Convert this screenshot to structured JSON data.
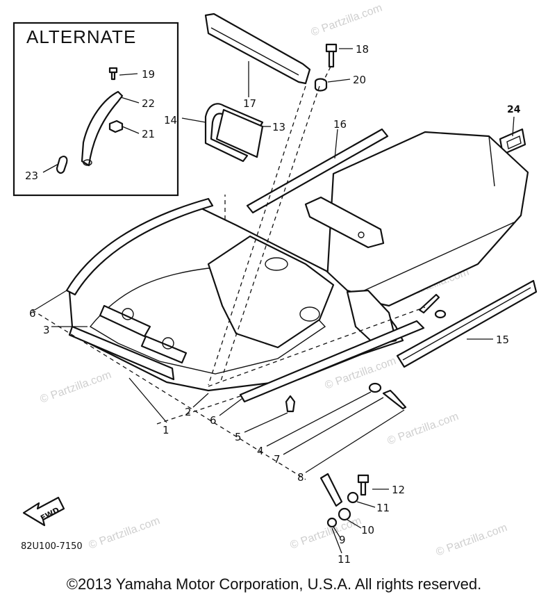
{
  "alternate_box": {
    "title": "ALTERNATE",
    "callouts": [
      "19",
      "22",
      "21",
      "23"
    ]
  },
  "callouts": {
    "c1": "1",
    "c2": "2",
    "c3": "3",
    "c4": "4",
    "c5": "5",
    "c6a": "6",
    "c6b": "6",
    "c7": "7",
    "c8": "8",
    "c9": "9",
    "c10": "10",
    "c11a": "11",
    "c11b": "11",
    "c12": "12",
    "c13": "13",
    "c14": "14",
    "c15": "15",
    "c16": "16",
    "c17": "17",
    "c18": "18",
    "c20": "20",
    "c24": "24"
  },
  "fwd_label": "FWD",
  "diagram_code": "82U100-7150",
  "watermark": "© Partzilla.com",
  "copyright": "©2013  Yamaha Motor Corporation, U.S.A. All rights reserved."
}
